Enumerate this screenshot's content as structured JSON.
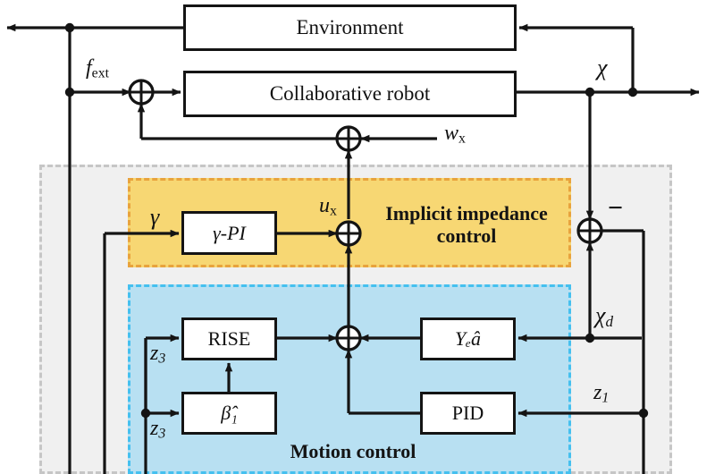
{
  "diagram": {
    "title": "Collaborative robot impedance and motion control block diagram",
    "colors": {
      "outer_region_fill": "#f0f0f0",
      "outer_region_border": "#c6c6c6",
      "impedance_fill": "#f7d773",
      "impedance_border": "#e8a33d",
      "motion_fill": "#b8e0f2",
      "motion_border": "#45c0ef",
      "block_fill": "#ffffff",
      "line": "#141414"
    }
  },
  "blocks": {
    "environment": "Environment",
    "collaborative_robot": "Collaborative robot",
    "gamma_pi": "γ-PI",
    "rise": "RISE",
    "beta_hat": "β̂₁",
    "yd_ahat": "Yₑâ",
    "pid": "PID"
  },
  "regions": {
    "impedance_title": "Implicit impedance\ncontrol",
    "motion_title": "Motion control"
  },
  "signals": {
    "f_ext": "f",
    "f_ext_sub": "ext",
    "w_x": "w",
    "w_x_sub": "x",
    "u_x": "u",
    "u_x_sub": "x",
    "chi": "χ",
    "chi_d": "χ",
    "chi_d_sub": "d",
    "gamma": "γ",
    "z3_upper": "z",
    "z3_upper_sub": "3",
    "z3_lower": "z",
    "z3_lower_sub": "3",
    "z1": "z",
    "z1_sub": "1",
    "minus": "−"
  },
  "junctions": {
    "sum_f_ext": "summing-junction-force",
    "sum_w_x": "summing-junction-wx",
    "sum_u_x": "summing-junction-ux",
    "sum_motion": "summing-junction-motion",
    "sum_error": "summing-junction-error"
  }
}
